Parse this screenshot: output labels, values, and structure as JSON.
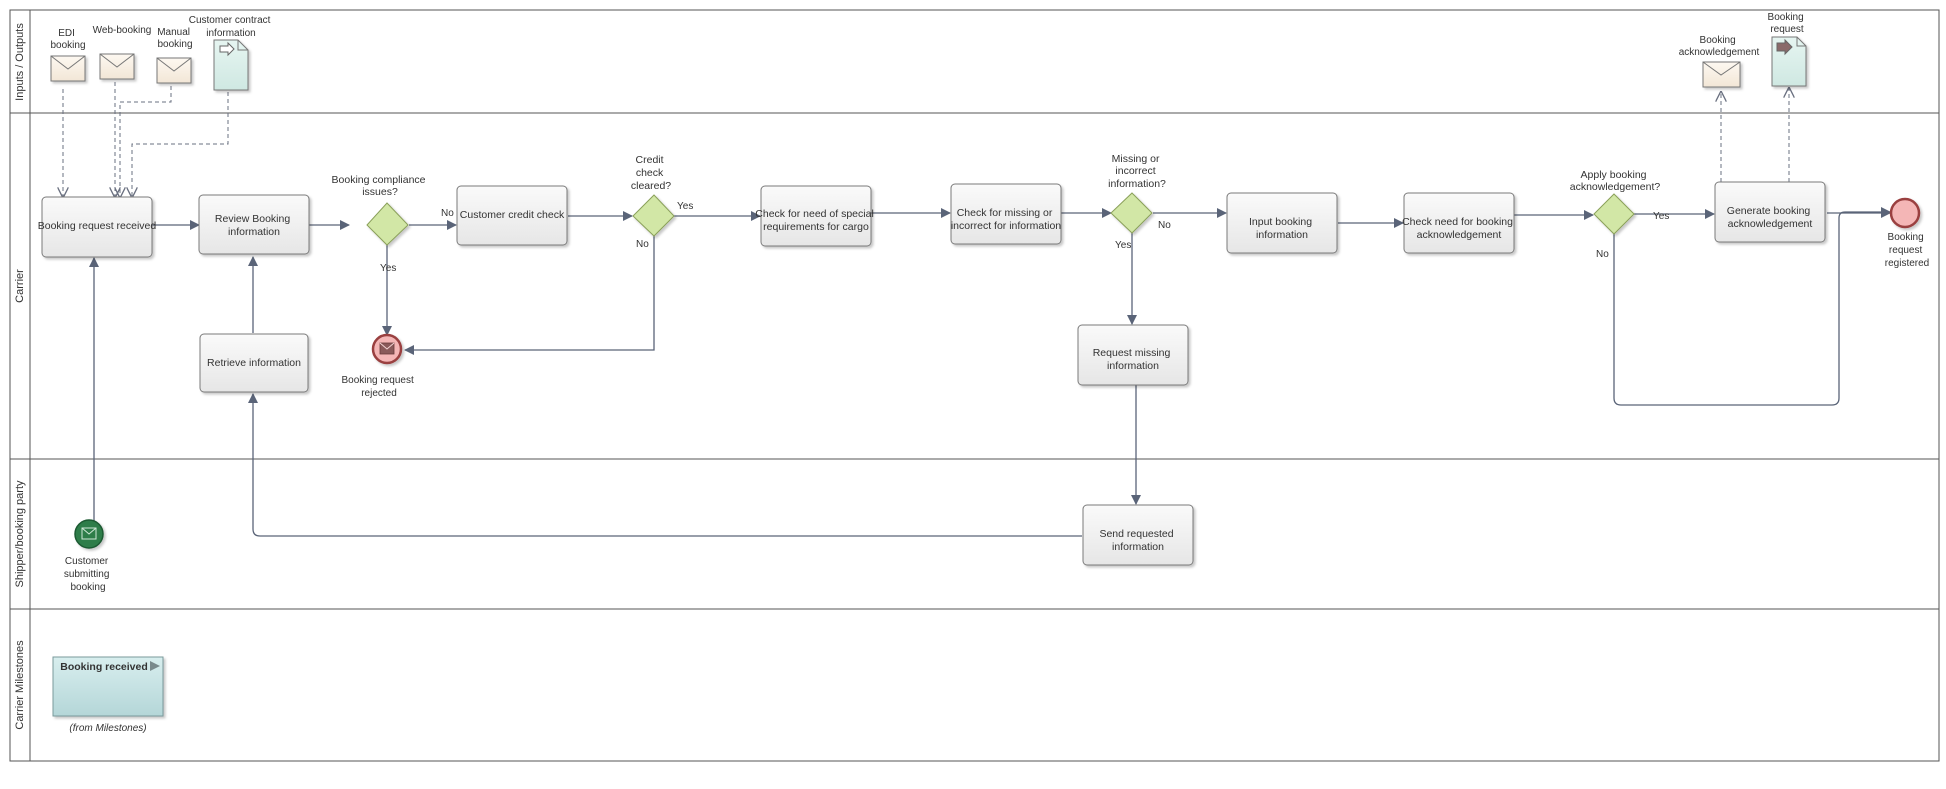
{
  "lanes": {
    "inputs": "Inputs / Outputs",
    "carrier": "Carrier",
    "shipper": "Shipper/booking party",
    "milestones": "Carrier Milestones"
  },
  "inputs": {
    "edi": [
      "EDI",
      "booking"
    ],
    "web": [
      "Web-booking"
    ],
    "manual": [
      "Manual",
      "booking"
    ],
    "contract": [
      "Customer contract",
      "information"
    ],
    "ack": [
      "Booking",
      "acknowledgement"
    ],
    "request": [
      "Booking",
      "request"
    ]
  },
  "tasks": {
    "received": [
      "Booking request received"
    ],
    "review": [
      "Review Booking",
      "information"
    ],
    "retrieve": [
      "Retrieve information"
    ],
    "credit": [
      "Customer credit check"
    ],
    "special": [
      "Check for need of special",
      "requirements for cargo"
    ],
    "missing": [
      "Check for missing or",
      "incorrect for information"
    ],
    "input": [
      "Input booking",
      "information"
    ],
    "needack": [
      "Check need for booking",
      "acknowledgement"
    ],
    "generate": [
      "Generate booking",
      "acknowledgement"
    ],
    "reqmissing": [
      "Request missing",
      "information"
    ],
    "send": [
      "Send requested",
      "information"
    ]
  },
  "gateways": {
    "compliance": [
      "Booking compliance",
      "issues?"
    ],
    "credit": [
      "Credit",
      "check",
      "cleared?"
    ],
    "missing": [
      "Missing or",
      "incorrect",
      "information?"
    ],
    "ack": [
      "Apply booking",
      "acknowledgement?"
    ]
  },
  "flow_labels": {
    "yes": "Yes",
    "no": "No"
  },
  "events": {
    "rejected": [
      "Booking request",
      "rejected"
    ],
    "registered": [
      "Booking",
      "request",
      "registered"
    ],
    "customer": [
      "Customer",
      "submitting",
      "booking"
    ]
  },
  "milestone": {
    "title": "Booking received",
    "from": "(from Milestones)"
  },
  "colors": {
    "gateway": "#d2e7a6",
    "start_event": "#2e7d4a",
    "end_event": "#f4b6b6",
    "milestone": "#bfe0e0",
    "flow": "#5a6478"
  }
}
